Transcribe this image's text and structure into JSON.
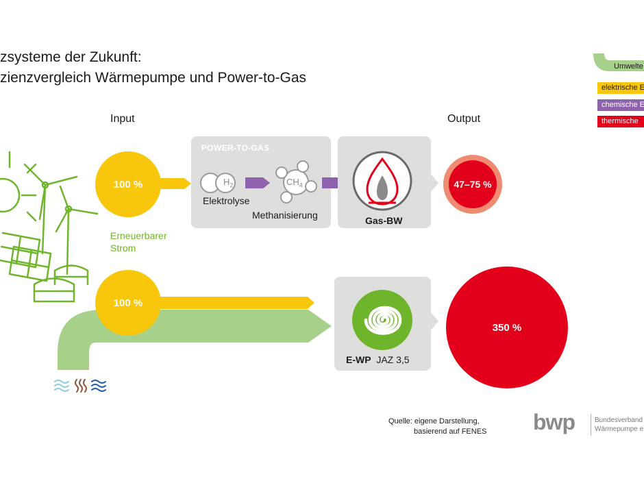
{
  "title": {
    "line1": "zsysteme der Zukunft:",
    "line2": "zienzvergleich Wärmepumpe und Power-to-Gas"
  },
  "columns": {
    "input": "Input",
    "output": "Output"
  },
  "legend": {
    "environment": "Umwelte",
    "electric": "elektrische E",
    "chemical": "chemische E",
    "thermal": "thermische"
  },
  "ptg": {
    "card_title": "POWER-TO-GAS",
    "h2_label": "H",
    "h2_sub": "2",
    "ch4_label": "CH",
    "ch4_sub": "4",
    "electrolysis": "Elektrolyse",
    "methanation": "Methanisierung",
    "boiler_label": "Gas-BW",
    "input_value": "100 %",
    "output_value": "47–75 %"
  },
  "source_label": {
    "line1": "Erneuerbarer",
    "line2": "Strom"
  },
  "hp": {
    "input_value": "100 %",
    "label_bold": "E-WP",
    "label_rest": "JAZ 3,5",
    "output_value": "350 %"
  },
  "footer": {
    "source_line1": "Quelle: eigene Darstellung,",
    "source_line2": "basierend auf FENES",
    "logo_word": "bwp",
    "logo_line1": "Bundesverband",
    "logo_line2": "Wärmepumpe e.V."
  },
  "colors": {
    "yellow": "#f8c60a",
    "purple": "#8e62ad",
    "red": "#e2001a",
    "green": "#6fb52b",
    "light_green": "#a7d08a",
    "grey_card": "#dededd",
    "red_ring": "#f08a70"
  }
}
